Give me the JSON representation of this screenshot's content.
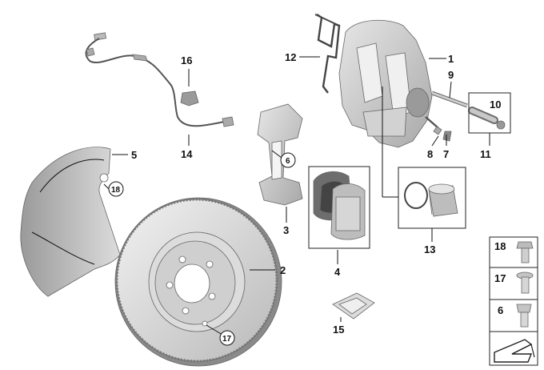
{
  "callouts": {
    "c1": "1",
    "c2": "2",
    "c3": "3",
    "c4": "4",
    "c5": "5",
    "c6": "6",
    "c7": "7",
    "c8": "8",
    "c9": "9",
    "c10": "10",
    "c11": "11",
    "c12": "12",
    "c13": "13",
    "c14": "14",
    "c15": "15",
    "c16": "16",
    "c6b": "6",
    "c17": "17",
    "c18": "18"
  },
  "legend": {
    "r18": "18",
    "r17": "17",
    "r6": "6"
  },
  "colors": {
    "part_light": "#e9e9e9",
    "part_mid": "#c8c8c8",
    "part_dark": "#8f8f8f",
    "part_darker": "#5a5a5a",
    "line": "#111111"
  }
}
